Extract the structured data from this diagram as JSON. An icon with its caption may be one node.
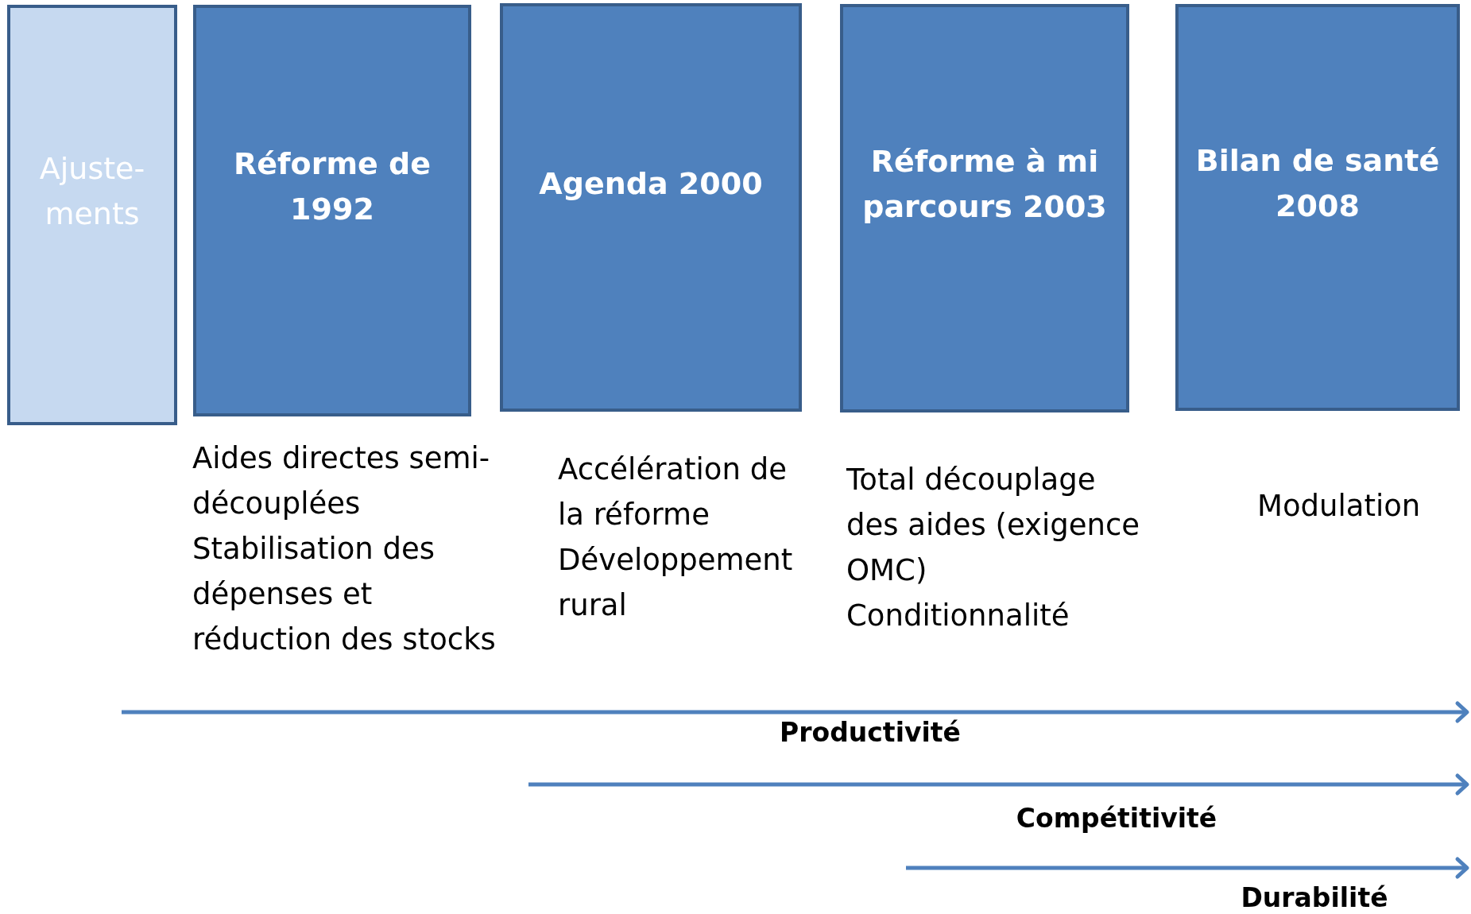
{
  "diagram": {
    "nodes": [
      {
        "text": [
          "Ajuste- ments"
        ]
      },
      {
        "text": [
          "Réforme de 1992"
        ],
        "beside": [
          "Aides directes semi-découplées",
          "Stabilisation des dépenses et réduction des stocks"
        ]
      },
      {
        "text": [
          "Agenda 2000"
        ],
        "beside": [
          "Accélération de la réforme",
          "Développement rural"
        ]
      },
      {
        "text": [
          "Réforme à mi parcours 2003"
        ],
        "beside": [
          "Total découplage des aides (exigence OMC)",
          "Conditionnalité"
        ]
      },
      {
        "text": [
          "Bilan de santé 2008"
        ],
        "beside": [
          "Modulation"
        ]
      }
    ],
    "labels": [
      "Productivité",
      "Compétitivité",
      "Durabilité"
    ]
  }
}
